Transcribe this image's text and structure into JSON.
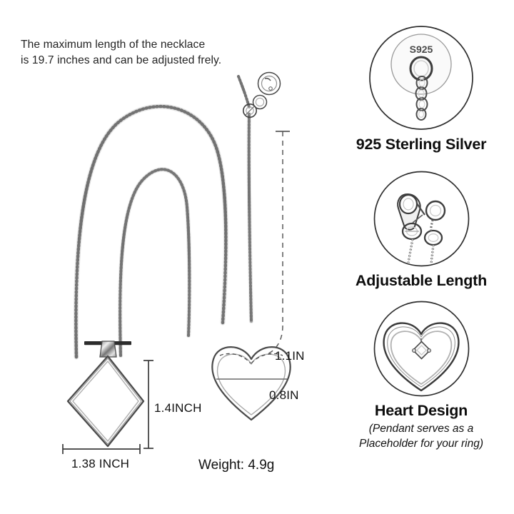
{
  "product": {
    "headline": "The maximum length of the necklace\nis 19.7 inches and can be adjusted frely.",
    "weight_label": "Weight: 4.9g"
  },
  "dimensions": {
    "pendant_width": "1.38 INCH",
    "pendant_height": "1.4INCH",
    "heart_height": "1.1IN",
    "heart_width": "0.8IN"
  },
  "hallmark": {
    "stamp_text": "S925"
  },
  "features": [
    {
      "title": "925 Sterling Silver",
      "subtitle": "",
      "icon": "magnifier-hallmark-chain-icon"
    },
    {
      "title": "Adjustable Length",
      "subtitle": "",
      "icon": "lobster-clasp-extender-icon"
    },
    {
      "title": "Heart Design",
      "subtitle": "(Pendant serves as a\nPlaceholder for your ring)",
      "icon": "open-heart-cz-icon"
    }
  ],
  "colors": {
    "background": "#ffffff",
    "text": "#111111",
    "line": "#3a3a3a",
    "metal_light": "#f2f2f2",
    "metal_mid": "#b9b9b9",
    "metal_dark": "#6f6f6f",
    "bail_bar": "#2c2c2c"
  }
}
